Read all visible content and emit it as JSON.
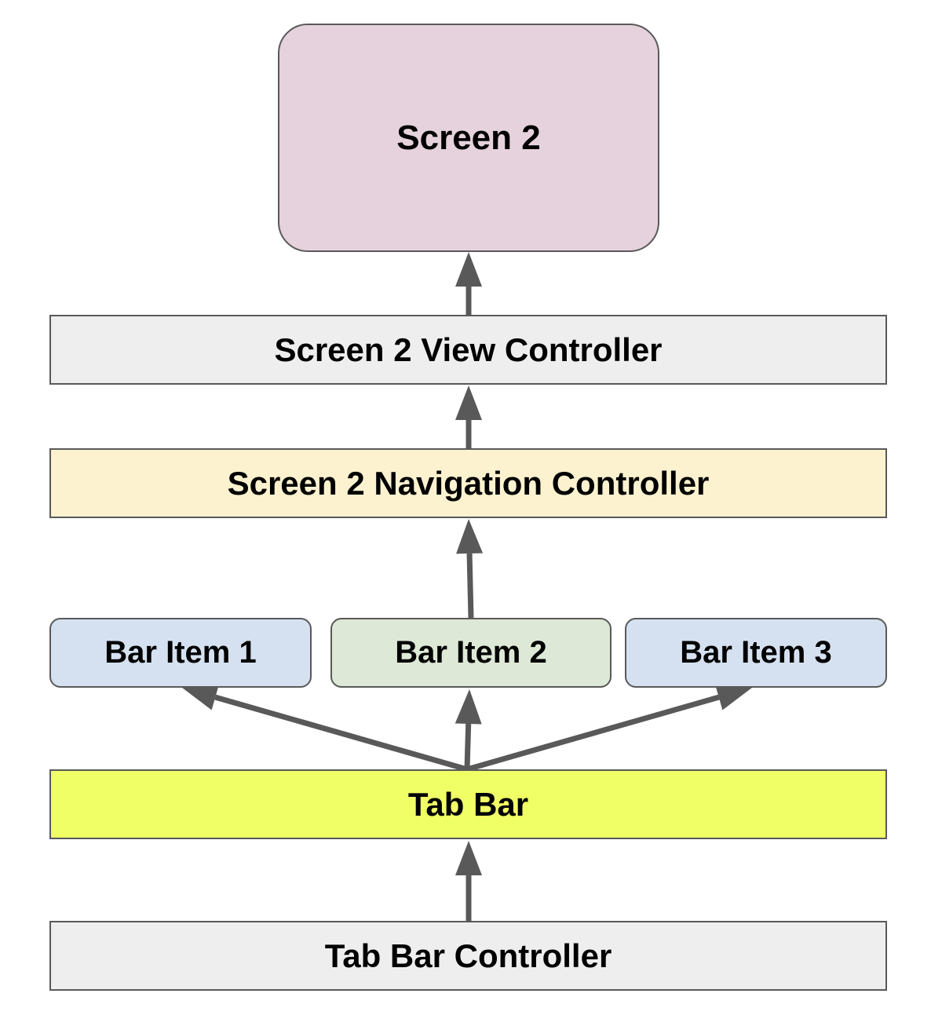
{
  "nodes": {
    "screen2": {
      "label": "Screen 2",
      "color": "#e6d2dc"
    },
    "view_controller": {
      "label": "Screen 2 View Controller",
      "color": "#eeeeee"
    },
    "navigation_controller": {
      "label": "Screen 2 Navigation Controller",
      "color": "#fcf2cf"
    },
    "bar_item_1": {
      "label": "Bar Item 1",
      "color": "#d5e1f0"
    },
    "bar_item_2": {
      "label": "Bar Item 2",
      "color": "#dde8d6"
    },
    "bar_item_3": {
      "label": "Bar Item 3",
      "color": "#d5e1f0"
    },
    "tab_bar": {
      "label": "Tab Bar",
      "color": "#f1ff66"
    },
    "tab_bar_controller": {
      "label": "Tab Bar Controller",
      "color": "#eeeeee"
    }
  },
  "edges": [
    {
      "from": "tab_bar_controller",
      "to": "tab_bar"
    },
    {
      "from": "tab_bar",
      "to": "bar_item_1"
    },
    {
      "from": "tab_bar",
      "to": "bar_item_2"
    },
    {
      "from": "tab_bar",
      "to": "bar_item_3"
    },
    {
      "from": "bar_item_2",
      "to": "navigation_controller"
    },
    {
      "from": "navigation_controller",
      "to": "view_controller"
    },
    {
      "from": "view_controller",
      "to": "screen2"
    }
  ],
  "style": {
    "edge_color": "#595959"
  }
}
